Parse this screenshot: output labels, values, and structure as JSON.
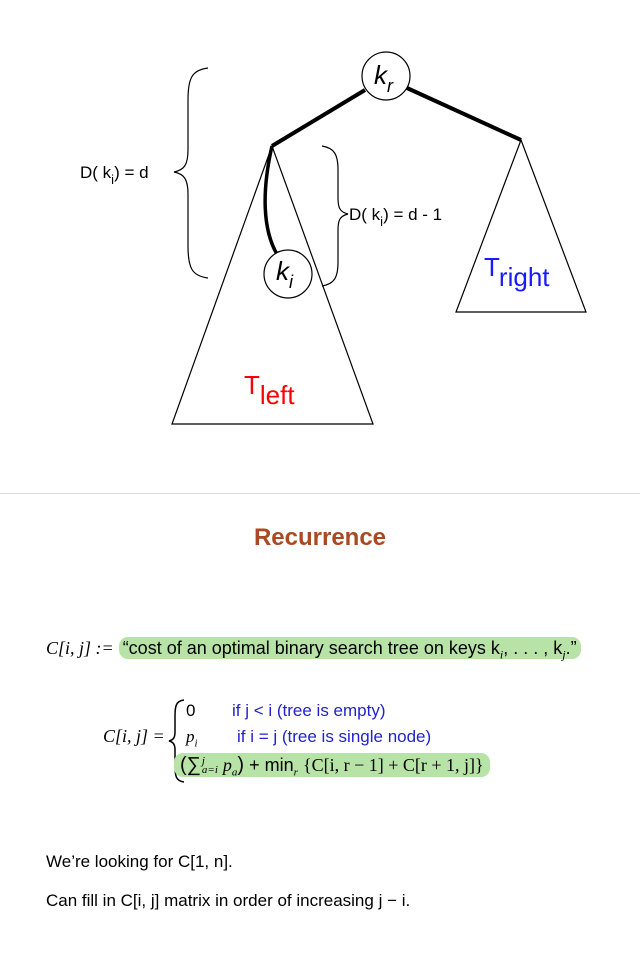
{
  "tree": {
    "root_key": "k",
    "root_sub": "r",
    "node_key": "k",
    "node_sub": "i",
    "left_label": "T",
    "left_sub": "left",
    "right_label": "T",
    "right_sub": "right",
    "depth_outer_prefix": "D( k",
    "depth_outer_sub": "i",
    "depth_outer_suffix": ") = d",
    "depth_inner_prefix": "D( k",
    "depth_inner_sub": "i",
    "depth_inner_suffix": ") = d - 1",
    "colors": {
      "left": "#ff0000",
      "right": "#1a1aff",
      "line": "#000000"
    }
  },
  "slide": {
    "title": "Recurrence",
    "def_lhs": "C[i, j] :=",
    "def_text": "“cost of an optimal binary search tree on keys k",
    "def_sub_i": "i",
    "def_mid": ", . . . , k",
    "def_sub_j": "j",
    "def_end": ".”",
    "rec_lhs": "C[i, j] =",
    "case1_value": "0",
    "case1_cond": "if j < i (tree is empty)",
    "case2_value": "p",
    "case2_sub": "i",
    "case2_cond": "if i = j (tree is single node)",
    "case3_sum": "(∑",
    "case3_sup": "j",
    "case3_sub": "a=i",
    "case3_p": "p",
    "case3_psub": "a",
    "case3_close": ")",
    "case3_rest": "+ min",
    "case3_rsub": "r",
    "case3_tail": "{C[i, r − 1] + C[r + 1, j]}",
    "line1": "We’re looking for C[1, n].",
    "line2": "Can fill in C[i, j] matrix in order of increasing j − i.",
    "accent": "#a84a22",
    "highlight": "#b7e3a7",
    "case_color": "#2222cc"
  }
}
